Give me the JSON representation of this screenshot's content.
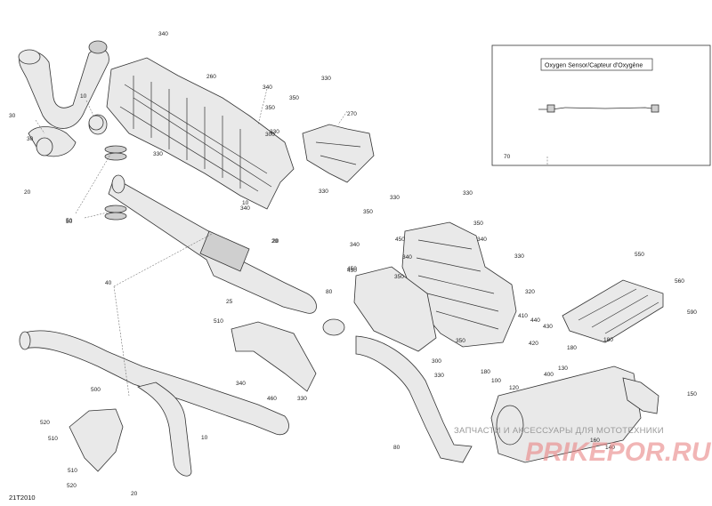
{
  "diagram_code": "21T2010",
  "inset": {
    "title": "Oxygen Sensor/Capteur d'Oxygène",
    "callout": "70"
  },
  "watermark": {
    "line1": "ЗАПЧАСТИ И АКСЕССУАРЫ ДЛЯ МОТОТЕХНИКИ",
    "logo": "PRIKEPOR.RU"
  },
  "callouts": [
    "340",
    "30",
    "10",
    "260",
    "340",
    "350",
    "330",
    "350",
    "270",
    "330",
    "30",
    "20",
    "300",
    "330",
    "340",
    "10",
    "50",
    "20",
    "50",
    "330",
    "25",
    "40",
    "330",
    "350",
    "350",
    "340",
    "340",
    "450",
    "330",
    "450",
    "340",
    "20",
    "350",
    "320",
    "80",
    "450",
    "330",
    "510",
    "350",
    "300",
    "180",
    "410",
    "440",
    "430",
    "330",
    "340",
    "330",
    "460",
    "500",
    "180",
    "100",
    "120",
    "420",
    "400",
    "130",
    "150",
    "520",
    "510",
    "80",
    "160",
    "10",
    "510",
    "520",
    "20",
    "140",
    "550",
    "560",
    "590",
    "180"
  ]
}
